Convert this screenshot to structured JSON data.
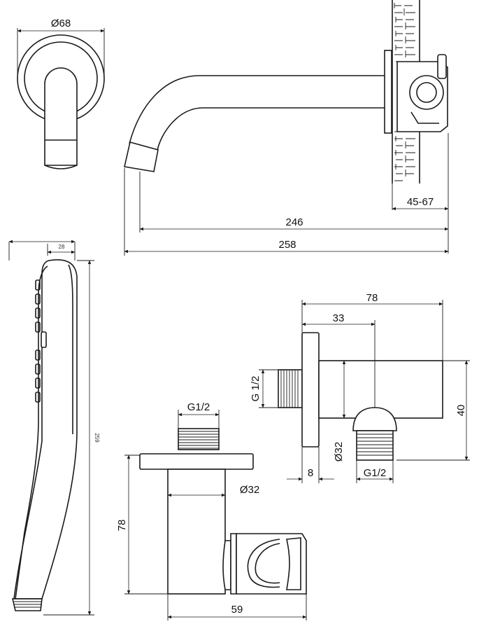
{
  "dimensions": {
    "d68": "Ø68",
    "d246": "246",
    "d258": "258",
    "d4567": "45-67",
    "d28": "28",
    "d259": "259",
    "d78_top": "78",
    "d33": "33",
    "dG12_left": "G 1/2",
    "d40": "40",
    "d32_outlet": "Ø32",
    "d8": "8",
    "dG12_outlet": "G1/2",
    "dG12_holder": "G1/2",
    "d32_holder": "Ø32",
    "d78_side": "78",
    "d59": "59"
  }
}
